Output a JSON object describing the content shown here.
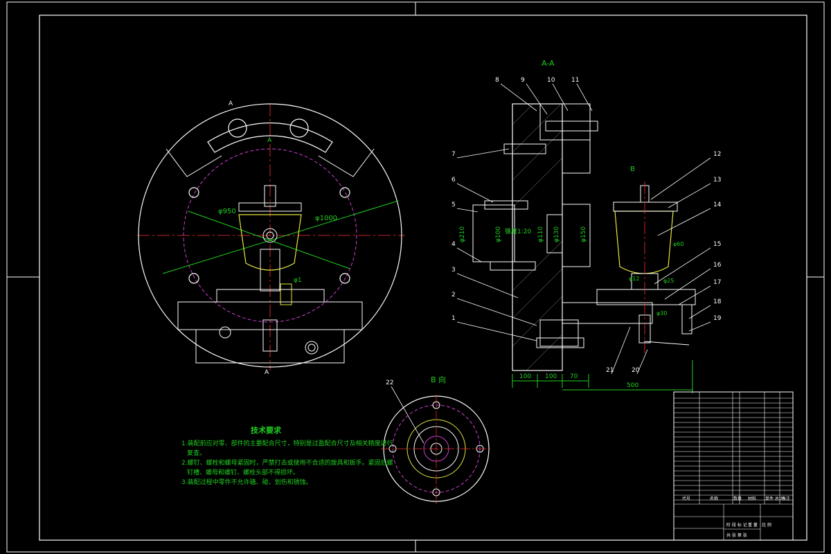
{
  "drawing": {
    "views": {
      "section": "A-A",
      "direction_b": "B 向",
      "arrow_b": "B",
      "section_mark": "A"
    },
    "dimensions": {
      "main_dia_a": "φ950",
      "main_dia_b": "φ1000",
      "small_dia": "φ1",
      "dia_210": "φ210",
      "dia_100": "φ100",
      "dia_110": "φ110",
      "dia_130": "φ130",
      "dia_150": "φ150",
      "taper": "锥度1:20",
      "dia_12": "φ12",
      "dia_25": "φ25",
      "dia_60": "φ60",
      "dia_30": "φ30",
      "base_100a": "100",
      "base_100b": "100",
      "base_70": "70",
      "base_500": "500"
    },
    "balloons": [
      "1",
      "2",
      "3",
      "4",
      "5",
      "6",
      "7",
      "8",
      "9",
      "10",
      "11",
      "12",
      "13",
      "14",
      "15",
      "16",
      "17",
      "18",
      "19",
      "20",
      "21",
      "22"
    ],
    "tech_requirements": {
      "title": "技术要求",
      "lines": [
        "1.装配前应对零、部件的主要配合尺寸，特别是过盈配合尺寸及相关精度进行",
        "复查。",
        "2.螺钉、螺栓和螺母紧固时，严禁打击或使用不合适的旋具和扳手。紧固后螺",
        "钉槽、螺母和螺钉、螺栓头部不得损坏。",
        "3.装配过程中零件不允许磕、碰、划伤和锈蚀。"
      ]
    },
    "title_block": {
      "head_code": "代号",
      "head_name": "名称",
      "head_qty": "数量",
      "head_material": "材料",
      "head_weight": "单件 总计",
      "head_note": "备注",
      "stage_text": "阶 段 标 记",
      "ratio_text": "重 量",
      "scale_text": "比 例",
      "sheet_text": "共 张 第 张"
    }
  }
}
